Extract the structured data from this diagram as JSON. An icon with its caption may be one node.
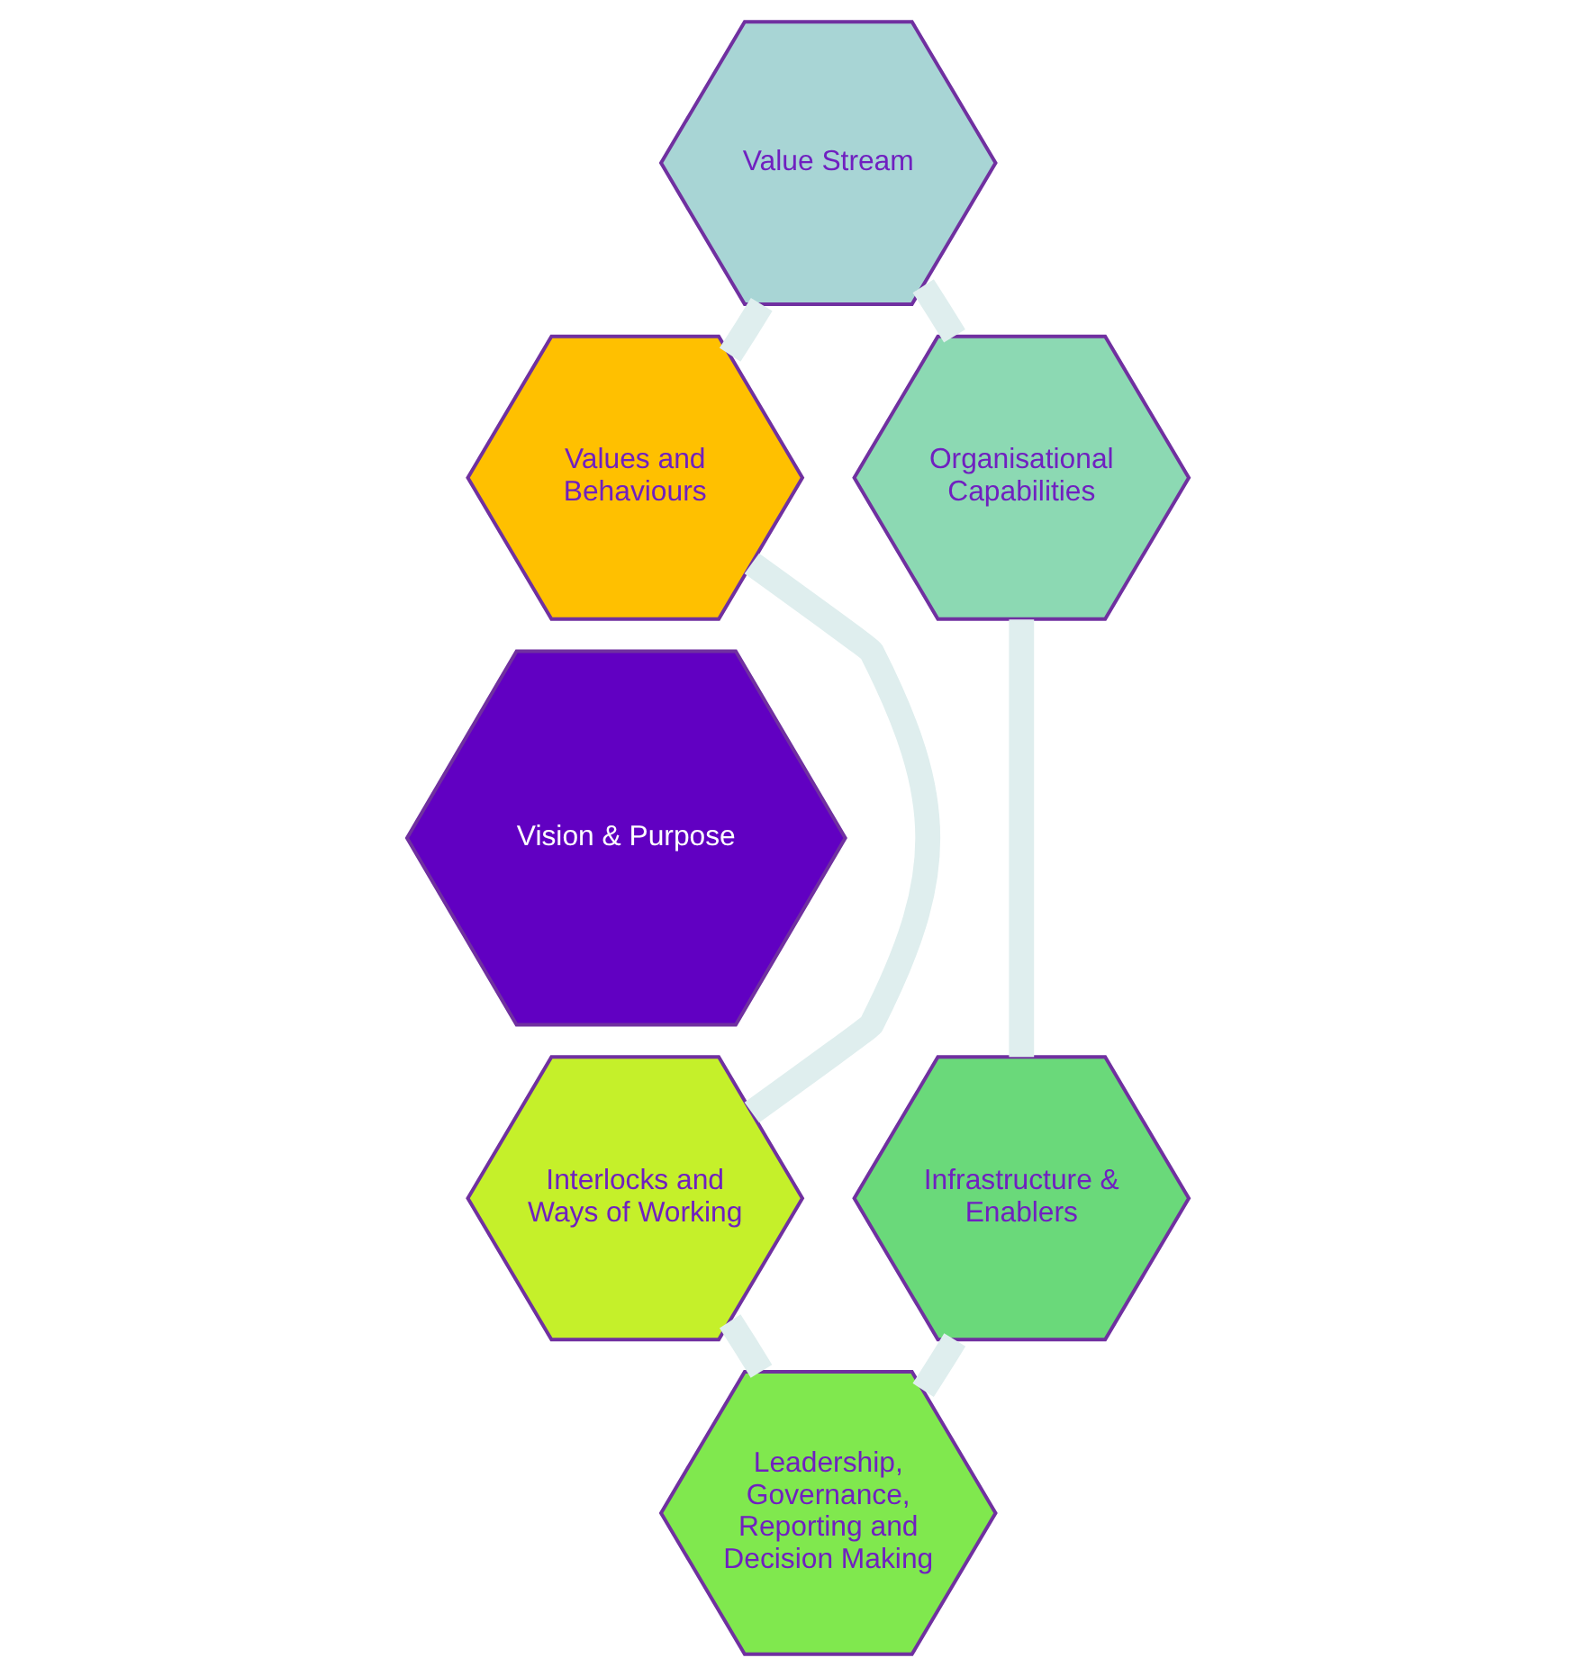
{
  "diagram": {
    "nodes": [
      {
        "text": [
          "Value Stream"
        ]
      },
      {
        "text": [
          "Values and Behaviours"
        ]
      },
      {
        "text": [
          "Organisational Capabilities"
        ]
      },
      {
        "text": [
          "Vision & Purpose"
        ]
      },
      {
        "text": [
          "Interlocks and Ways of Working"
        ]
      },
      {
        "text": [
          "Infrastructure & Enablers"
        ]
      },
      {
        "text": [
          "Leadership, Governance, Reporting and Decision Making"
        ]
      }
    ],
    "edges": [
      {
        "from": 0,
        "to": 2,
        "arrow": "none"
      },
      {
        "from": 2,
        "to": 5,
        "arrow": "none"
      },
      {
        "from": 5,
        "to": 6,
        "arrow": "none"
      },
      {
        "from": 6,
        "to": 4,
        "arrow": "none"
      },
      {
        "from": 4,
        "to": 1,
        "arrow": "none"
      },
      {
        "from": 1,
        "to": 0,
        "arrow": "none"
      }
    ]
  }
}
